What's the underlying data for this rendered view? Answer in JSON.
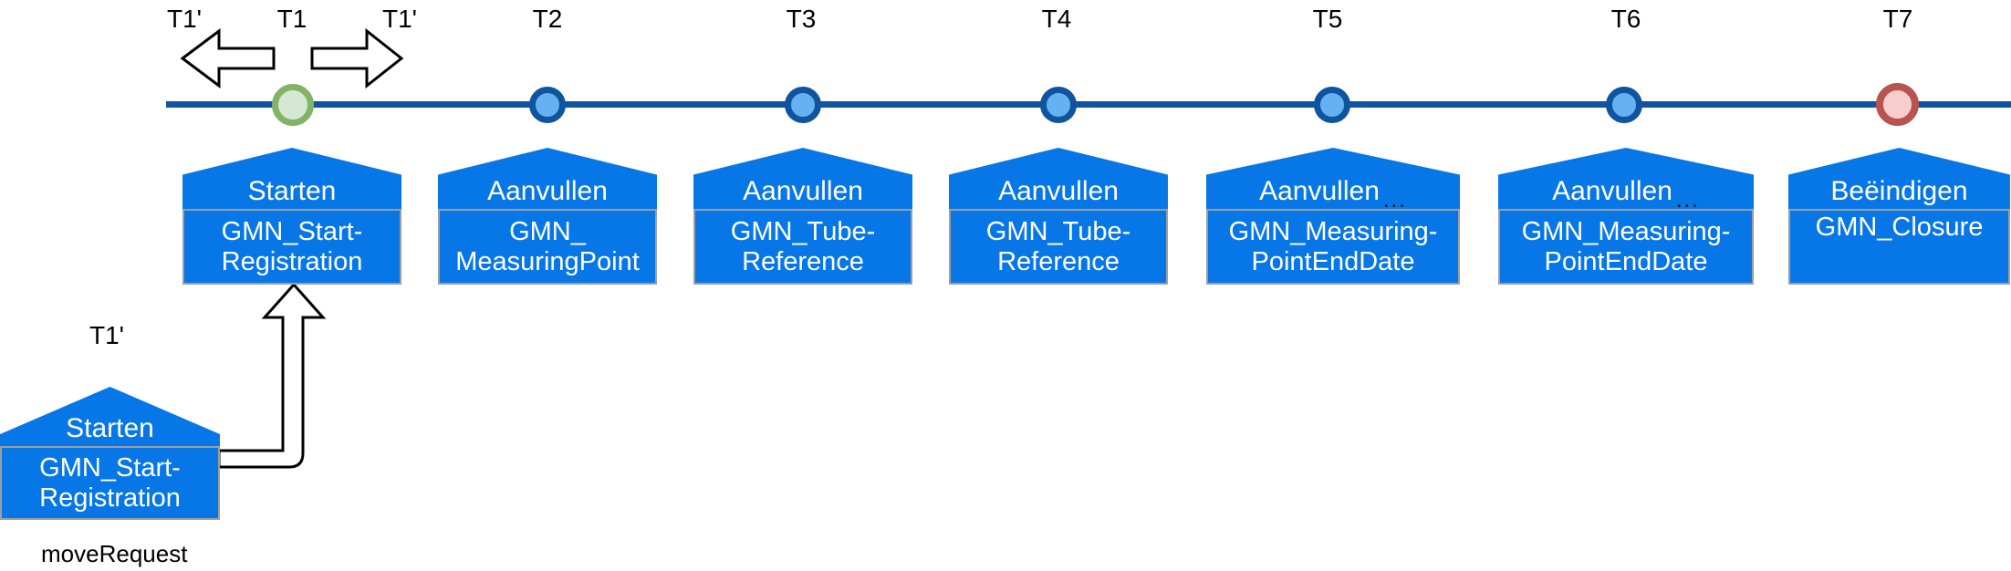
{
  "diagram": {
    "type": "timeline-event-diagram",
    "time_labels": [
      "T1'",
      "T1",
      "T1'",
      "T2",
      "T3",
      "T4",
      "T5",
      "T6",
      "T7"
    ],
    "branch_time_label": "T1'",
    "move_request_label": "moveRequest",
    "houses": [
      {
        "time": "T1",
        "action": "Starten",
        "code_line1": "GMN_Start-",
        "code_line2": "Registration"
      },
      {
        "time": "T2",
        "action": "Aanvullen",
        "code_line1": "GMN_",
        "code_line2": "MeasuringPoint"
      },
      {
        "time": "T3",
        "action": "Aanvullen",
        "code_line1": "GMN_Tube-",
        "code_line2": "Reference"
      },
      {
        "time": "T4",
        "action": "Aanvullen",
        "code_line1": "GMN_Tube-",
        "code_line2": "Reference"
      },
      {
        "time": "T5",
        "action": "Aanvullen",
        "ellipsis": "...",
        "code_line1": "GMN_Measuring-",
        "code_line2": "PointEndDate"
      },
      {
        "time": "T6",
        "action": "Aanvullen",
        "ellipsis": "...",
        "code_line1": "GMN_Measuring-",
        "code_line2": "PointEndDate"
      },
      {
        "time": "T7",
        "action": "Beëindigen",
        "code_line1": "GMN_Closure"
      },
      {
        "time": "T1'",
        "action": "Starten",
        "code_line1": "GMN_Start-",
        "code_line2": "Registration"
      }
    ],
    "markers": [
      {
        "time": "T1",
        "status_color_border": "#82b366",
        "status_color_fill": "#d5e8d4"
      },
      {
        "time": "T2",
        "status_color_border": "#0f549e",
        "status_color_fill": "#66b1f1"
      },
      {
        "time": "T3",
        "status_color_border": "#0f549e",
        "status_color_fill": "#66b1f1"
      },
      {
        "time": "T4",
        "status_color_border": "#0f549e",
        "status_color_fill": "#66b1f1"
      },
      {
        "time": "T5",
        "status_color_border": "#0f549e",
        "status_color_fill": "#66b1f1"
      },
      {
        "time": "T6",
        "status_color_border": "#0f549e",
        "status_color_fill": "#66b1f1"
      },
      {
        "time": "T7",
        "status_color_border": "#b85450",
        "status_color_fill": "#f8cecc"
      }
    ],
    "colors": {
      "timeline": "#0f549e",
      "house_fill": "#0777e8",
      "house_body_border": "#9e9e9e",
      "house_text": "#ffffff",
      "label_text": "#000000"
    }
  }
}
